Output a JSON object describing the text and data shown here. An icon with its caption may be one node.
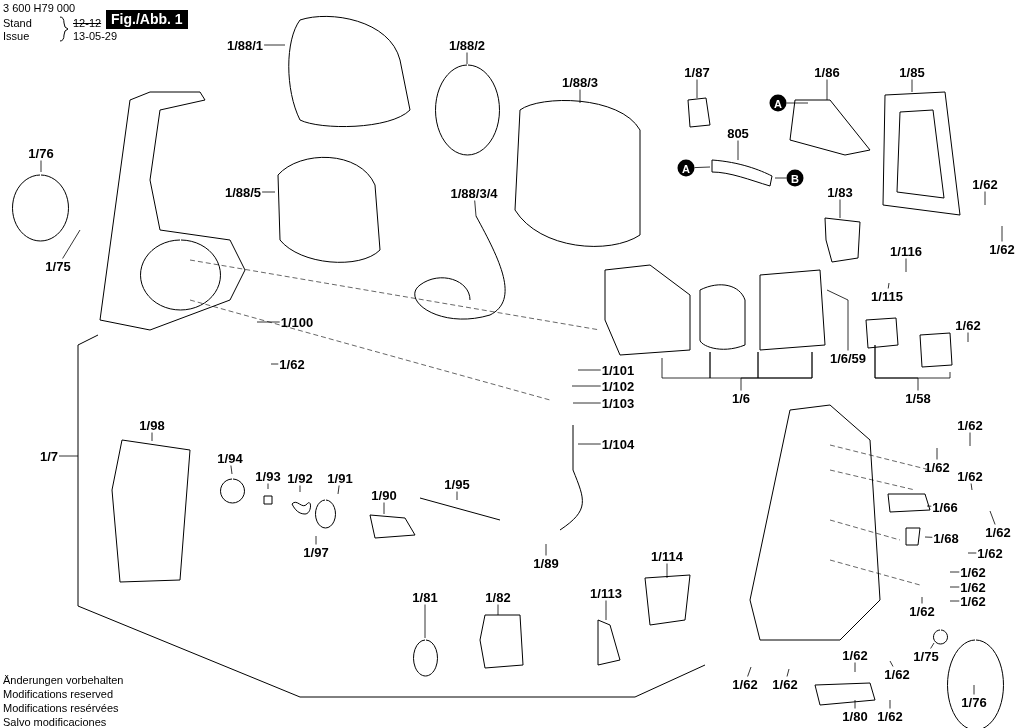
{
  "diagram": {
    "nodes": [
      {
        "text": [
          "1/88/1"
        ]
      },
      {
        "text": [
          "1/88/2"
        ]
      },
      {
        "text": [
          "1/88/3"
        ]
      },
      {
        "text": [
          "1/87"
        ]
      },
      {
        "text": [
          "1/86"
        ]
      },
      {
        "text": [
          "1/85"
        ]
      },
      {
        "text": [
          "805"
        ]
      },
      {
        "text": [
          "1/76"
        ]
      },
      {
        "text": [
          "1/88/5"
        ]
      },
      {
        "text": [
          "1/88/3/4"
        ]
      },
      {
        "text": [
          "1/83"
        ]
      },
      {
        "text": [
          "1/62"
        ]
      },
      {
        "text": [
          "1/62"
        ]
      },
      {
        "text": [
          "1/116"
        ]
      },
      {
        "text": [
          "1/115"
        ]
      },
      {
        "text": [
          "1/75"
        ]
      },
      {
        "text": [
          "1/100"
        ]
      },
      {
        "text": [
          "1/62"
        ]
      },
      {
        "text": [
          "1/62"
        ]
      },
      {
        "text": [
          "1/6/59"
        ]
      },
      {
        "text": [
          "1/101"
        ]
      },
      {
        "text": [
          "1/102"
        ]
      },
      {
        "text": [
          "1/103"
        ]
      },
      {
        "text": [
          "1/6"
        ]
      },
      {
        "text": [
          "1/58"
        ]
      },
      {
        "text": [
          "1/98"
        ]
      },
      {
        "text": [
          "1/62"
        ]
      },
      {
        "text": [
          "1/104"
        ]
      },
      {
        "text": [
          "1/7"
        ]
      },
      {
        "text": [
          "1/94"
        ]
      },
      {
        "text": [
          "1/93"
        ]
      },
      {
        "text": [
          "1/92"
        ]
      },
      {
        "text": [
          "1/91"
        ]
      },
      {
        "text": [
          "1/95"
        ]
      },
      {
        "text": [
          "1/62"
        ]
      },
      {
        "text": [
          "1/62"
        ]
      },
      {
        "text": [
          "1/90"
        ]
      },
      {
        "text": [
          "1/66"
        ]
      },
      {
        "text": [
          "1/62"
        ]
      },
      {
        "text": [
          "1/97"
        ]
      },
      {
        "text": [
          "1/68"
        ]
      },
      {
        "text": [
          "1/62"
        ]
      },
      {
        "text": [
          "1/89"
        ]
      },
      {
        "text": [
          "1/114"
        ]
      },
      {
        "text": [
          "1/62"
        ]
      },
      {
        "text": [
          "1/62"
        ]
      },
      {
        "text": [
          "1/62"
        ]
      },
      {
        "text": [
          "1/81"
        ]
      },
      {
        "text": [
          "1/82"
        ]
      },
      {
        "text": [
          "1/113"
        ]
      },
      {
        "text": [
          "1/62"
        ]
      },
      {
        "text": [
          "1/75"
        ]
      },
      {
        "text": [
          "1/62"
        ]
      },
      {
        "text": [
          "1/62"
        ]
      },
      {
        "text": [
          "1/62"
        ]
      },
      {
        "text": [
          "1/62"
        ]
      },
      {
        "text": [
          "1/76"
        ]
      },
      {
        "text": [
          "1/80"
        ]
      },
      {
        "text": [
          "1/62"
        ]
      },
      {
        "text": [
          "A"
        ]
      },
      {
        "text": [
          "A"
        ]
      },
      {
        "text": [
          "B"
        ]
      }
    ],
    "edges": [
      {
        "from": 0,
        "to": null,
        "arrow": "none"
      },
      {
        "from": 1,
        "to": null,
        "arrow": "none"
      },
      {
        "from": 2,
        "to": null,
        "arrow": "none"
      },
      {
        "from": 3,
        "to": null,
        "arrow": "none"
      },
      {
        "from": 4,
        "to": null,
        "arrow": "none"
      },
      {
        "from": 5,
        "to": null,
        "arrow": "none"
      },
      {
        "from": 6,
        "to": null,
        "arrow": "none"
      },
      {
        "from": 7,
        "to": null,
        "arrow": "none"
      },
      {
        "from": 8,
        "to": null,
        "arrow": "none"
      },
      {
        "from": 9,
        "to": null,
        "arrow": "none"
      },
      {
        "from": 10,
        "to": null,
        "arrow": "none"
      },
      {
        "from": 11,
        "to": null,
        "arrow": "none"
      },
      {
        "from": 12,
        "to": null,
        "arrow": "none"
      },
      {
        "from": 13,
        "to": null,
        "arrow": "none"
      },
      {
        "from": 14,
        "to": null,
        "arrow": "none"
      },
      {
        "from": 15,
        "to": null,
        "arrow": "none"
      },
      {
        "from": 16,
        "to": null,
        "arrow": "none"
      },
      {
        "from": 17,
        "to": null,
        "arrow": "none"
      },
      {
        "from": 18,
        "to": null,
        "arrow": "none"
      },
      {
        "from": 19,
        "to": null,
        "arrow": "none"
      },
      {
        "from": 20,
        "to": null,
        "arrow": "none"
      },
      {
        "from": 21,
        "to": null,
        "arrow": "none"
      },
      {
        "from": 22,
        "to": null,
        "arrow": "none"
      },
      {
        "from": 23,
        "to": null,
        "arrow": "none"
      },
      {
        "from": 24,
        "to": null,
        "arrow": "none"
      },
      {
        "from": 25,
        "to": null,
        "arrow": "none"
      },
      {
        "from": 26,
        "to": null,
        "arrow": "none"
      },
      {
        "from": 27,
        "to": null,
        "arrow": "none"
      },
      {
        "from": 28,
        "to": null,
        "arrow": "none"
      },
      {
        "from": 29,
        "to": null,
        "arrow": "none"
      },
      {
        "from": 30,
        "to": null,
        "arrow": "none"
      },
      {
        "from": 31,
        "to": null,
        "arrow": "none"
      },
      {
        "from": 32,
        "to": null,
        "arrow": "none"
      },
      {
        "from": 33,
        "to": null,
        "arrow": "none"
      },
      {
        "from": 34,
        "to": null,
        "arrow": "none"
      },
      {
        "from": 35,
        "to": null,
        "arrow": "none"
      },
      {
        "from": 36,
        "to": null,
        "arrow": "none"
      },
      {
        "from": 37,
        "to": null,
        "arrow": "none"
      },
      {
        "from": 38,
        "to": null,
        "arrow": "none"
      },
      {
        "from": 39,
        "to": null,
        "arrow": "none"
      },
      {
        "from": 40,
        "to": null,
        "arrow": "none"
      },
      {
        "from": 41,
        "to": null,
        "arrow": "none"
      },
      {
        "from": 42,
        "to": null,
        "arrow": "none"
      },
      {
        "from": 43,
        "to": null,
        "arrow": "none"
      },
      {
        "from": 44,
        "to": null,
        "arrow": "none"
      },
      {
        "from": 45,
        "to": null,
        "arrow": "none"
      },
      {
        "from": 46,
        "to": null,
        "arrow": "none"
      },
      {
        "from": 47,
        "to": null,
        "arrow": "none"
      },
      {
        "from": 48,
        "to": null,
        "arrow": "none"
      },
      {
        "from": 49,
        "to": null,
        "arrow": "none"
      },
      {
        "from": 50,
        "to": null,
        "arrow": "none"
      },
      {
        "from": 51,
        "to": null,
        "arrow": "none"
      },
      {
        "from": 52,
        "to": null,
        "arrow": "none"
      },
      {
        "from": 53,
        "to": null,
        "arrow": "none"
      },
      {
        "from": 54,
        "to": null,
        "arrow": "none"
      },
      {
        "from": 55,
        "to": null,
        "arrow": "none"
      },
      {
        "from": 56,
        "to": null,
        "arrow": "none"
      },
      {
        "from": 57,
        "to": null,
        "arrow": "none"
      },
      {
        "from": 58,
        "to": null,
        "arrow": "none"
      },
      {
        "from": 59,
        "to": null,
        "arrow": "none"
      },
      {
        "from": 60,
        "to": null,
        "arrow": "none"
      },
      {
        "from": 61,
        "to": null,
        "arrow": "none"
      }
    ],
    "labels": [
      "3 600 H79 000",
      "Stand",
      "12-12",
      "Issue",
      "13-05-29",
      "Fig./Abb. 1",
      "Änderungen vorbehalten",
      "Modifications reserved",
      "Modifications resérvées",
      "Salvo modificaciones"
    ]
  }
}
